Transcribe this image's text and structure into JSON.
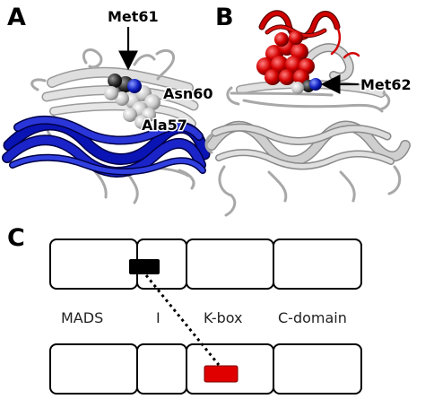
{
  "panels": {
    "a": {
      "letter": "A",
      "label_met": "Met61",
      "label_asn": "Asn60",
      "label_ala": "Ala57"
    },
    "b": {
      "letter": "B",
      "label_met": "Met62"
    },
    "c": {
      "letter": "C"
    }
  },
  "domains": [
    "MADS",
    "I",
    "K-box",
    "C-domain"
  ],
  "colors": {
    "helix_a": "#0a14b4",
    "helix_b": "#d10000",
    "gray": "#c8c8c8",
    "marker_top": "#000000",
    "marker_bottom": "#e00000"
  }
}
